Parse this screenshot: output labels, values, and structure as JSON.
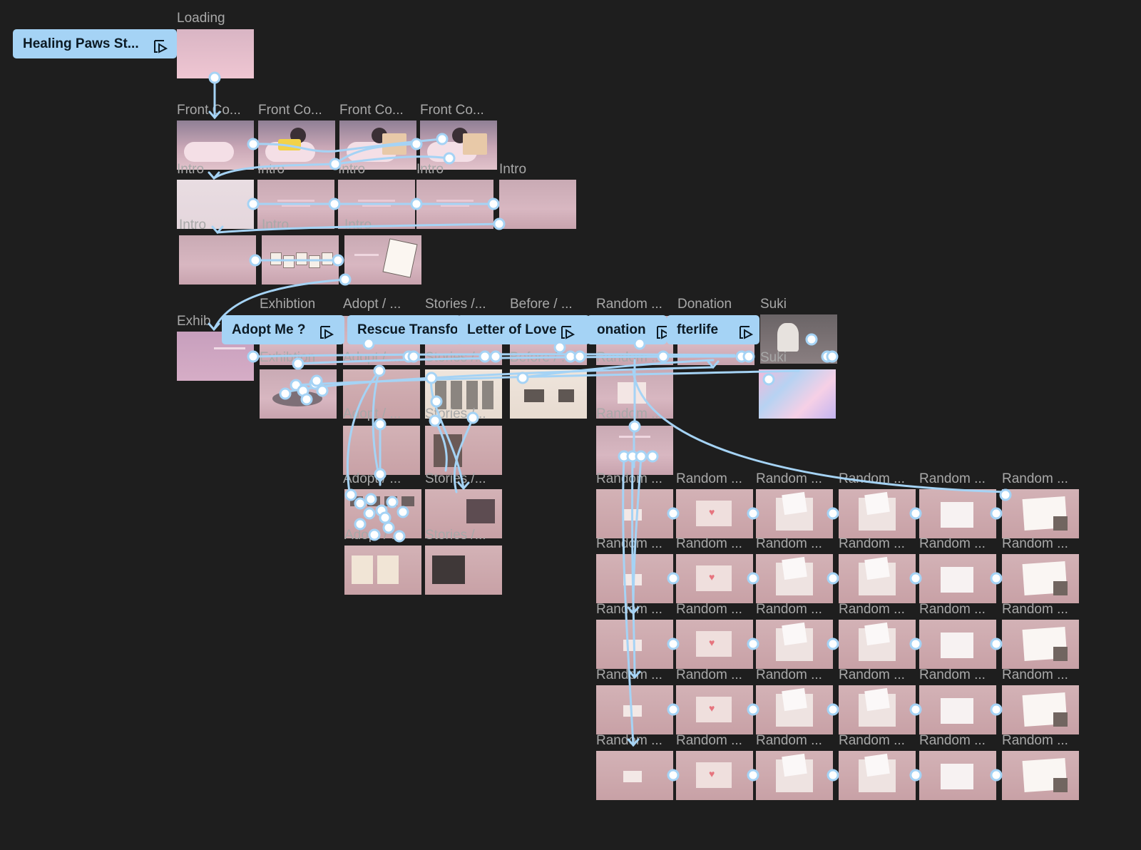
{
  "flows": [
    {
      "name": "Healing Paws St...",
      "icon": "play-flow-icon"
    },
    {
      "name": "Adopt Me ?",
      "icon": "play-flow-icon"
    },
    {
      "name": "Rescue Transfo",
      "icon": "play-flow-icon"
    },
    {
      "name": "Letter of Love",
      "icon": "play-flow-icon"
    },
    {
      "name": "onation",
      "icon": "play-flow-icon"
    },
    {
      "name": "fterlife",
      "icon": "play-flow-icon"
    }
  ],
  "labels": {
    "loading": "Loading",
    "front": "Front Co...",
    "intro": "Intro",
    "exhibition": "Exhibtion",
    "exhibition_cut": "Exhib",
    "adopt": "Adopt / ...",
    "stories": "Stories /...",
    "before": "Before / ...",
    "random": "Random ...",
    "donation": "Donation",
    "suki": "Suki"
  },
  "colors": {
    "canvas": "#1e1e1e",
    "connector": "#a5d3f5",
    "flow_tag": "#a5d3f5",
    "label": "#a8a8a8"
  }
}
